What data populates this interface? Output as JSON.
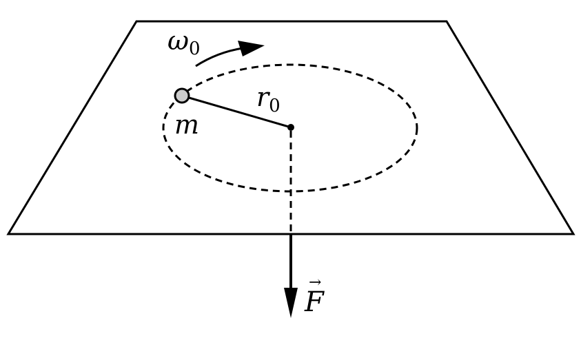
{
  "labels": {
    "omega_symbol": "ω",
    "omega_subscript": "0",
    "radius_symbol": "r",
    "radius_subscript": "0",
    "mass_symbol": "m",
    "force_symbol": "F",
    "force_arrow": "→"
  },
  "colors": {
    "stroke": "#000000",
    "mass_fill": "#cccccc",
    "background": "#ffffff"
  },
  "icons": {
    "rotation_direction": "curved-arrow-icon",
    "force_direction": "down-arrow-icon"
  }
}
